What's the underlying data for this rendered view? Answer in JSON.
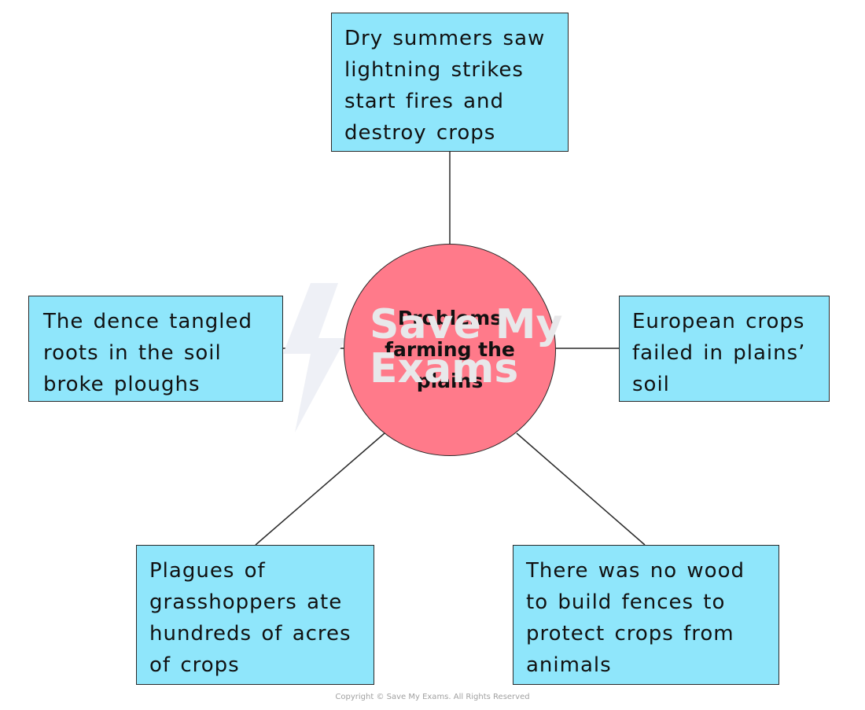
{
  "diagram": {
    "hub": {
      "title": "Problems farming the plains"
    },
    "nodes": {
      "top": "Dry summers saw lightning strikes start fires and destroy crops",
      "left": "The dence tangled roots in the soil broke ploughs",
      "right": "European crops failed in plains’ soil",
      "bottom_left": "Plagues of grasshoppers ate hundreds of acres of crops",
      "bottom_right": "There was no wood to build fences to protect crops from animals"
    }
  },
  "watermark": {
    "text": "Save My Exams"
  },
  "footer": {
    "copyright": "Copyright © Save My Exams. All Rights Reserved"
  },
  "colors": {
    "hub_fill": "#ff7a8a",
    "node_fill": "#8fe6fb",
    "line": "#2a2a2a"
  }
}
